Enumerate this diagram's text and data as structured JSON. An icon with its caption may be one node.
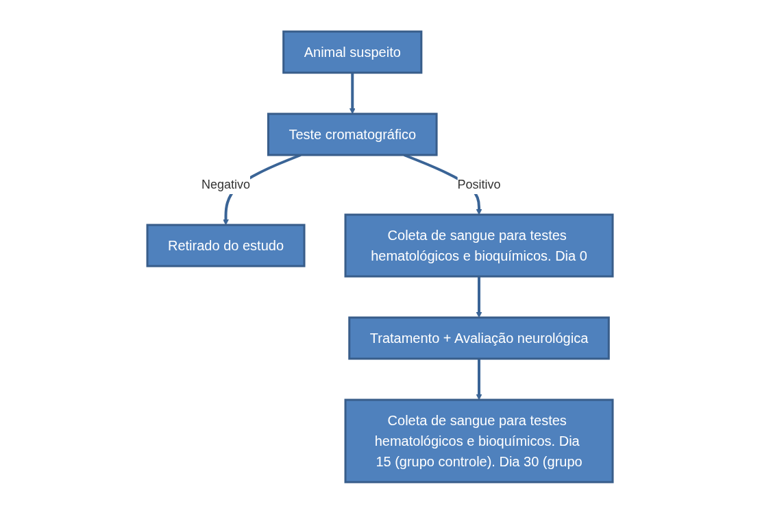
{
  "diagram": {
    "nodes": [
      {
        "text": [
          "Animal suspeito"
        ]
      },
      {
        "text": [
          "Teste cromatográfico"
        ]
      },
      {
        "text": [
          "Retirado do estudo"
        ]
      },
      {
        "text": [
          "Coleta de sangue para testes hematológicos e bioquímicos. Dia 0"
        ]
      },
      {
        "text": [
          "Tratamento + Avaliação neurológica"
        ]
      },
      {
        "text": [
          "Coleta de sangue para testes hematológicos e bioquímicos. Dia 15 (grupo controle). Dia 30 (grupo"
        ]
      }
    ],
    "edges": [
      {
        "from": 0,
        "to": 1,
        "arrow": "to"
      },
      {
        "from": 1,
        "to": 2,
        "arrow": "to",
        "label": "Negativo"
      },
      {
        "from": 1,
        "to": 3,
        "arrow": "to",
        "label": "Positivo"
      },
      {
        "from": 3,
        "to": 4,
        "arrow": "to"
      },
      {
        "from": 4,
        "to": 5,
        "arrow": "to"
      }
    ]
  }
}
